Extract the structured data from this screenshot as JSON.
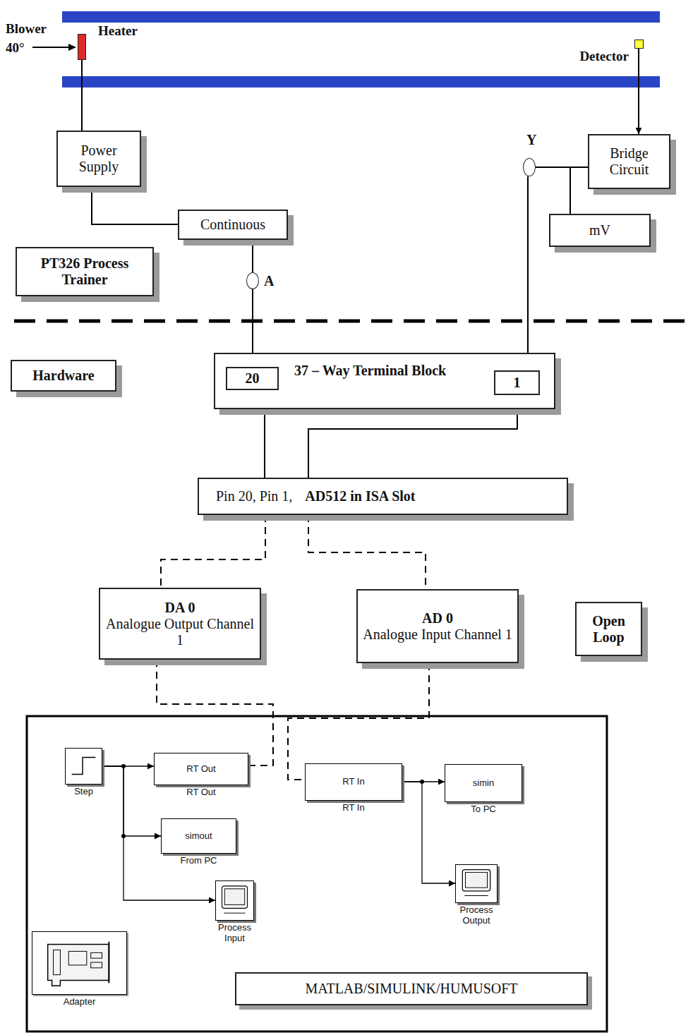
{
  "diagram": {
    "nodes": [
      {
        "text": [
          "Heater"
        ]
      },
      {
        "text": [
          "Detector"
        ]
      },
      {
        "text": [
          "Power Supply"
        ]
      },
      {
        "text": [
          "Continuous"
        ]
      },
      {
        "text": [
          "A"
        ]
      },
      {
        "text": [
          "PT326 Process Trainer"
        ]
      },
      {
        "text": [
          "Y"
        ]
      },
      {
        "text": [
          "Bridge Circuit"
        ]
      },
      {
        "text": [
          "mV"
        ]
      },
      {
        "text": [
          "Hardware"
        ]
      },
      {
        "text": [
          "37 – Way Terminal Block"
        ]
      },
      {
        "text": [
          "20"
        ],
        "in": 10
      },
      {
        "text": [
          "1"
        ],
        "in": 10
      },
      {
        "text": [
          "Pin 20, Pin 1,",
          "AD512 in ISA Slot"
        ]
      },
      {
        "text": [
          "DA 0",
          "Analogue Output Channel 1"
        ]
      },
      {
        "text": [
          "AD 0",
          "Analogue Input Channel 1"
        ]
      },
      {
        "text": [
          "Open Loop"
        ]
      },
      {
        "text": [
          "Step"
        ]
      },
      {
        "text": [
          "RT Out",
          "RT Out"
        ]
      },
      {
        "text": [
          "simout",
          "From PC"
        ]
      },
      {
        "text": [
          "Process Input"
        ]
      },
      {
        "text": [
          "RT In",
          "RT In"
        ]
      },
      {
        "text": [
          "simin",
          "To PC"
        ]
      },
      {
        "text": [
          "Process Output"
        ]
      },
      {
        "text": [
          "Adapter"
        ]
      },
      {
        "text": [
          "MATLAB/SIMULINK/HUMUSOFT"
        ]
      }
    ],
    "edges": [
      {
        "from": 0,
        "to": 2,
        "arrow": "none"
      },
      {
        "from": 2,
        "to": 3,
        "arrow": "none"
      },
      {
        "from": 3,
        "to": 4,
        "arrow": "none"
      },
      {
        "from": 4,
        "to": 11,
        "arrow": "none"
      },
      {
        "from": 1,
        "to": 7,
        "arrow": "to"
      },
      {
        "from": 7,
        "to": 6,
        "arrow": "none"
      },
      {
        "from": 7,
        "to": 8,
        "arrow": "none"
      },
      {
        "from": 6,
        "to": 12,
        "arrow": "none"
      },
      {
        "from": 11,
        "to": 13,
        "arrow": "none"
      },
      {
        "from": 12,
        "to": 13,
        "arrow": "none"
      },
      {
        "from": 13,
        "to": 14,
        "arrow": "none"
      },
      {
        "from": 13,
        "to": 15,
        "arrow": "none"
      },
      {
        "from": 14,
        "to": 18,
        "arrow": "none"
      },
      {
        "from": 15,
        "to": 21,
        "arrow": "none"
      },
      {
        "from": 17,
        "to": 18,
        "arrow": "to"
      },
      {
        "from": 17,
        "to": 19,
        "arrow": "to"
      },
      {
        "from": 17,
        "to": 20,
        "arrow": "to"
      },
      {
        "from": 21,
        "to": 22,
        "arrow": "to"
      },
      {
        "from": 21,
        "to": 23,
        "arrow": "to"
      }
    ],
    "labels": [
      "Blower",
      "40°"
    ]
  }
}
